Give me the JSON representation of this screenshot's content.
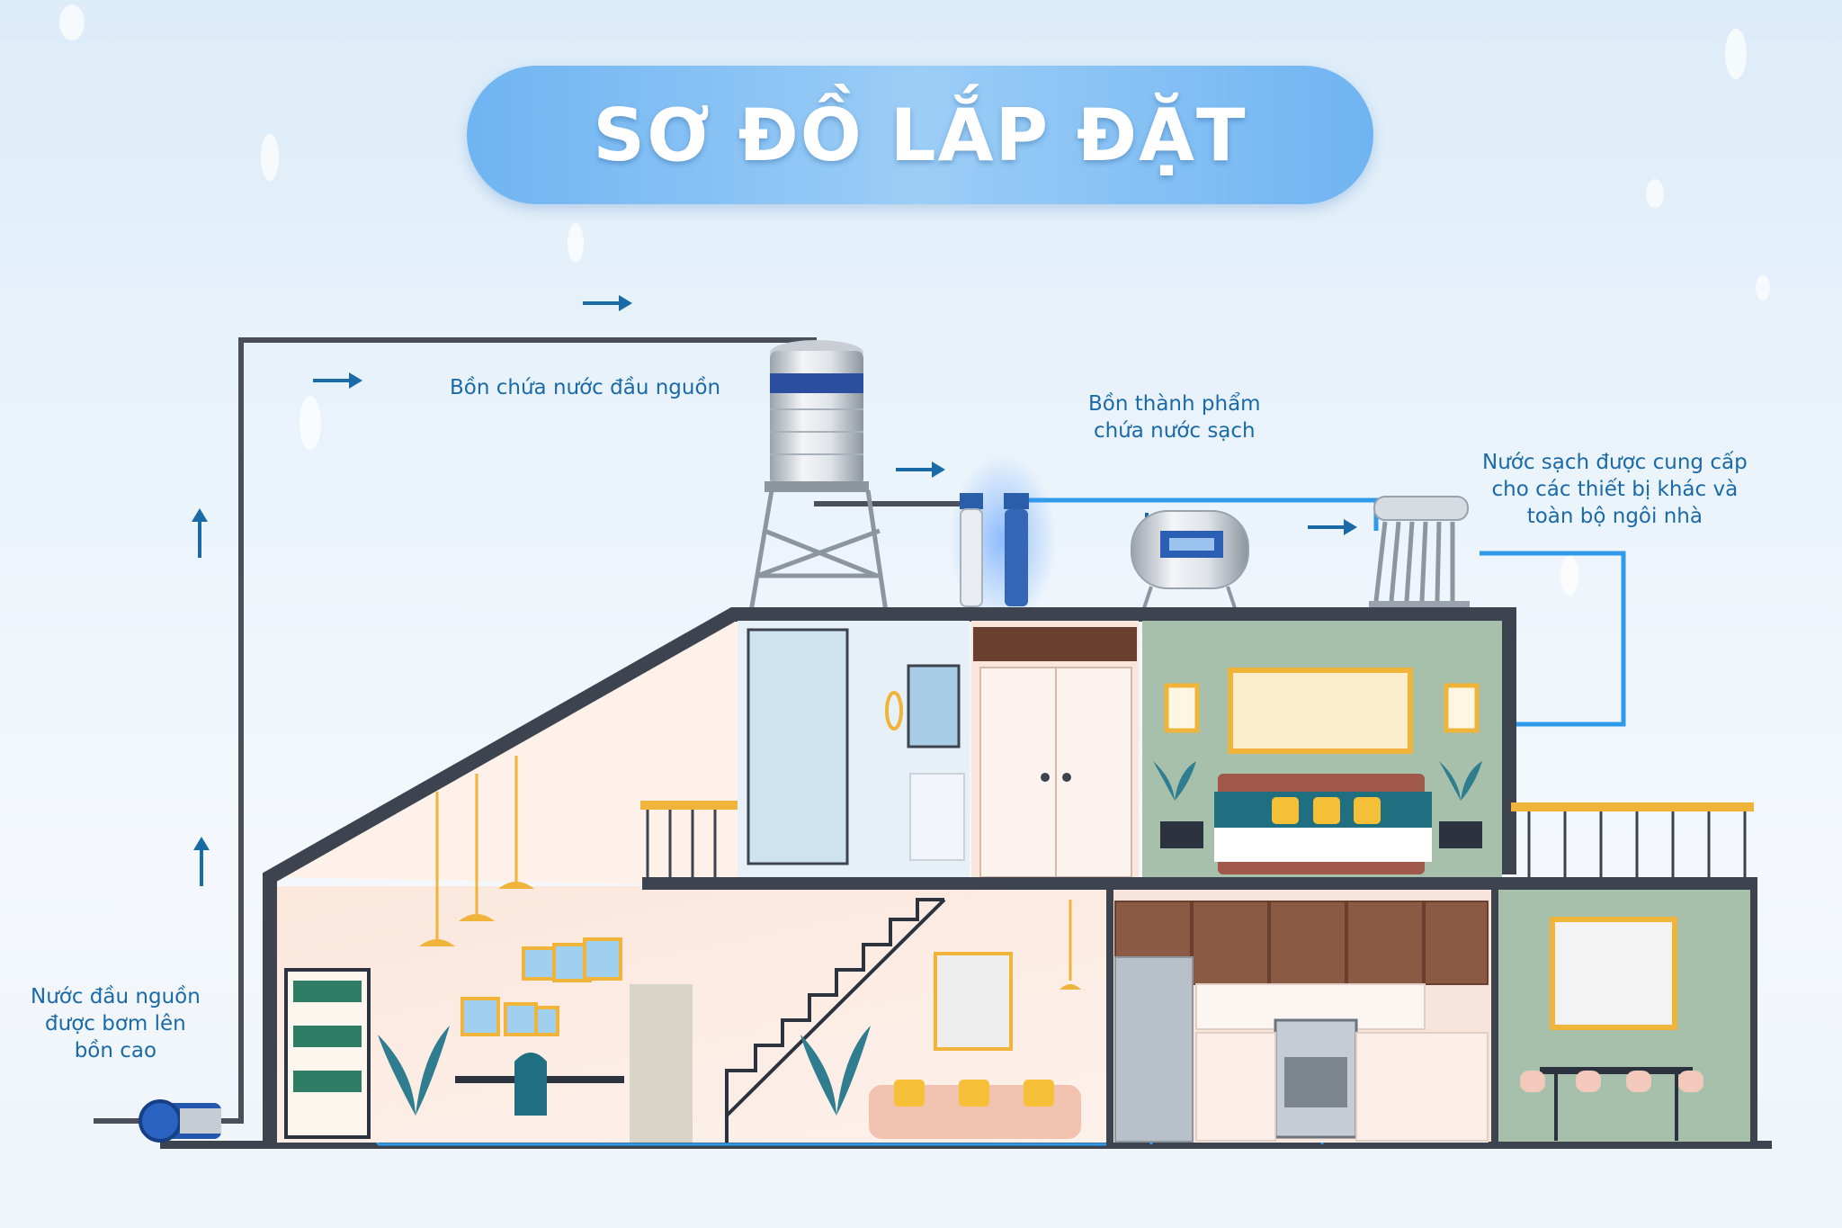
{
  "title": "SƠ ĐỒ LẮP ĐẶT",
  "labels": {
    "source_tank": "Bồn chứa nước đầu nguồn",
    "product_tank": [
      "Bồn thành phẩm",
      "chứa nước sạch"
    ],
    "supply": [
      "Nước sạch được cung cấp",
      "cho các thiết bị khác và",
      "toàn bộ ngôi nhà"
    ],
    "pump": [
      "Nước đầu nguồn",
      "được bơm lên",
      "bồn cao"
    ]
  },
  "colors": {
    "pipe_gray": "#4a4f5a",
    "pipe_blue": "#2f9bea",
    "arrow": "#1a6aa8",
    "label": "#1a6aa8",
    "house_frame": "#3d4450",
    "title_bg": "#7dbdf3"
  }
}
